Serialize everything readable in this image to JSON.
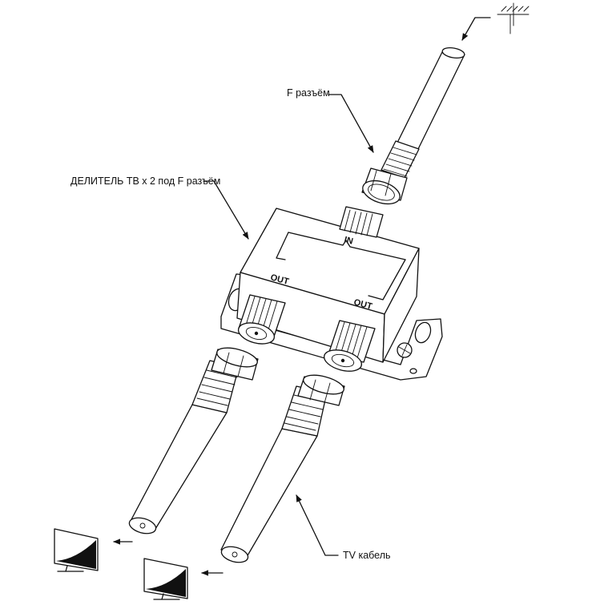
{
  "labels": {
    "f_connector": "F разъём",
    "splitter": "ДЕЛИТЕЛЬ ТВ х 2 под F разъём",
    "tv_cable": "TV кабель"
  },
  "ports": {
    "input": "IN",
    "output_left": "OUT",
    "output_right": "OUT"
  },
  "icons": [
    "antenna-icon",
    "tv-icon"
  ]
}
